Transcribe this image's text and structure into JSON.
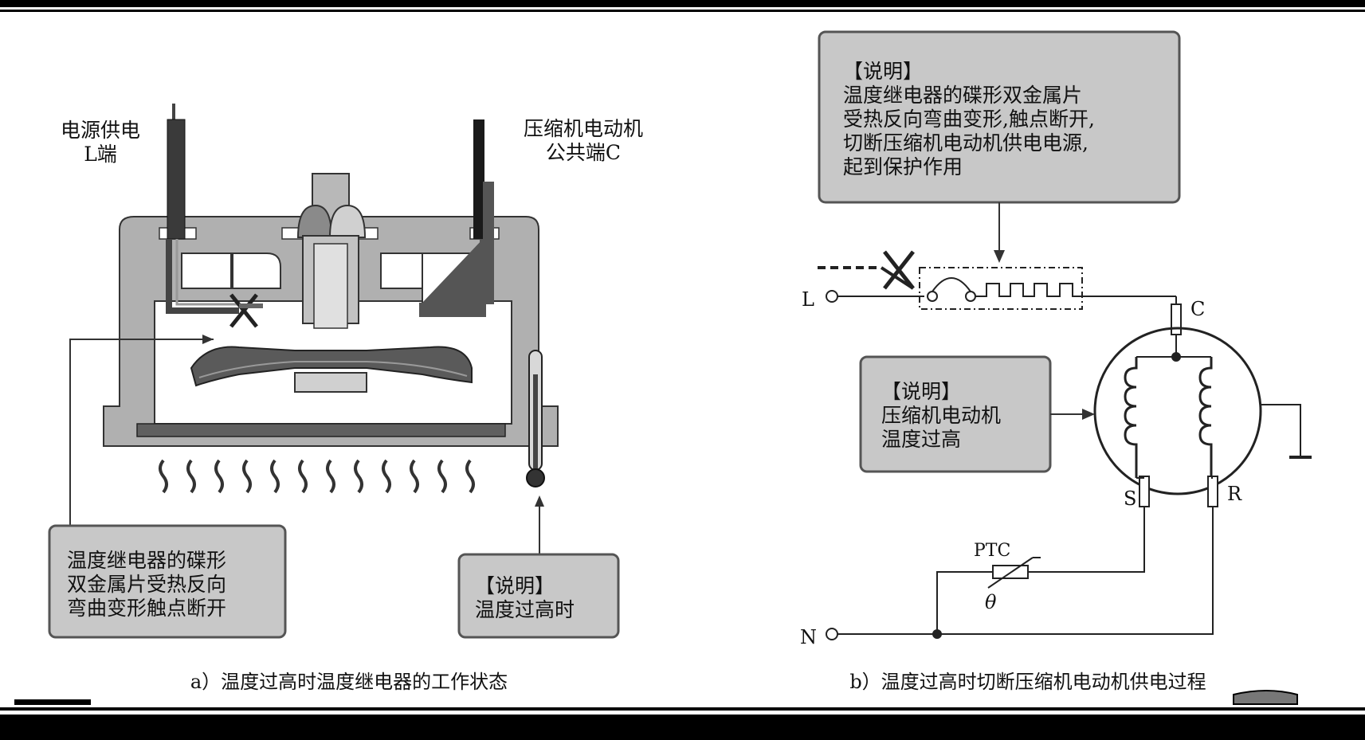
{
  "left_diagram": {
    "label_power_l": [
      "电源供电",
      "L端"
    ],
    "label_compressor_c": [
      "压缩机电动机",
      "公共端C"
    ],
    "callout_bimetal": [
      "温度继电器的碟形",
      "双金属片受热反向",
      "弯曲变形触点断开"
    ],
    "callout_temp": [
      "【说明】",
      "温度过高时"
    ],
    "caption": "a）温度过高时温度继电器的工作状态"
  },
  "right_diagram": {
    "note_top": [
      "【说明】",
      "温度继电器的碟形双金属片",
      "受热反向弯曲变形,触点断开,",
      "切断压缩机电动机供电电源,",
      "起到保护作用"
    ],
    "note_motor": [
      "【说明】",
      "压缩机电动机",
      "温度过高"
    ],
    "terminal_l": "L",
    "terminal_n": "N",
    "terminal_c": "C",
    "terminal_s": "S",
    "terminal_r": "R",
    "ptc_label": "PTC",
    "theta": "θ",
    "caption": "b）温度过高时切断压缩机电动机供电过程"
  },
  "colors": {
    "housing": "#b0b0b0",
    "dark": "#4a4a4a",
    "callout_fill": "#c8c8c8",
    "line": "#222222"
  }
}
